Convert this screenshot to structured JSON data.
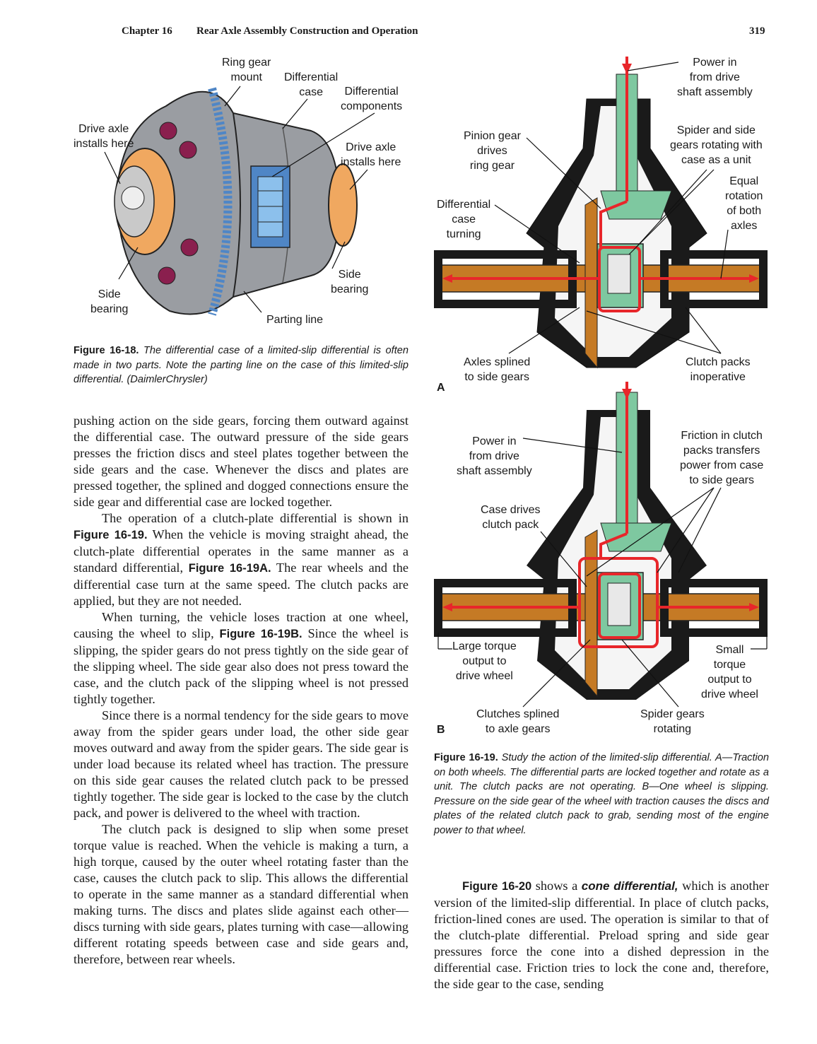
{
  "header": {
    "chapter": "Chapter 16",
    "title": "Rear Axle Assembly Construction and Operation",
    "page_number": "319"
  },
  "fig18": {
    "labels": {
      "ring_gear_mount": [
        "Ring gear",
        "mount"
      ],
      "differential_case": [
        "Differential",
        "case"
      ],
      "differential_components": [
        "Differential",
        "components"
      ],
      "drive_axle_left": [
        "Drive axle",
        "installs here"
      ],
      "drive_axle_right": [
        "Drive axle",
        "installs here"
      ],
      "side_bearing_right": [
        "Side",
        "bearing"
      ],
      "side_bearing_left": [
        "Side",
        "bearing"
      ],
      "parting_line": "Parting line"
    },
    "caption_label": "Figure 16-18.",
    "caption_text": "The differential case of a limited-slip differential is often made in two parts. Note the parting line on the case of this limited-slip differential. (DaimlerChrysler)"
  },
  "fig19": {
    "a": {
      "tag": "A",
      "labels": {
        "power_in": [
          "Power in",
          "from drive",
          "shaft assembly"
        ],
        "spider_side": [
          "Spider and side",
          "gears rotating with",
          "case as a unit"
        ],
        "equal_rotation": [
          "Equal",
          "rotation",
          "of both",
          "axles"
        ],
        "pinion_gear": [
          "Pinion gear",
          "drives",
          "ring gear"
        ],
        "diff_case_turning": [
          "Differential",
          "case",
          "turning"
        ],
        "axles_splined": [
          "Axles splined",
          "to side gears"
        ],
        "clutch_inoperative": [
          "Clutch packs",
          "inoperative"
        ]
      }
    },
    "b": {
      "tag": "B",
      "labels": {
        "power_in": [
          "Power in",
          "from drive",
          "shaft assembly"
        ],
        "friction": [
          "Friction in clutch",
          "packs transfers",
          "power from case",
          "to side gears"
        ],
        "case_drives": [
          "Case drives",
          "clutch pack"
        ],
        "large_torque": [
          "Large torque",
          "output to",
          "drive wheel"
        ],
        "small_torque": [
          "Small",
          "torque",
          "output to",
          "drive wheel"
        ],
        "clutches_splined": [
          "Clutches splined",
          "to axle gears"
        ],
        "spider_rotating": [
          "Spider gears",
          "rotating"
        ]
      }
    },
    "caption_label": "Figure 16-19.",
    "caption_text": "Study the action of the limited-slip differential. A—Traction on both wheels. The differential parts are locked together and rotate as a unit. The clutch packs are not operating. B—One wheel is slipping. Pressure on the side gear of the wheel with traction causes the discs and plates of the related clutch pack to grab, sending most of the engine power to that wheel."
  },
  "body_left": {
    "p1": "pushing action on the side gears, forcing them outward against the differential case. The outward pressure of the side gears presses the friction discs and steel plates together between the side gears and the case. Whenever the discs and plates are pressed together, the splined and dogged connections ensure the side gear and differential case are locked together.",
    "p2a": "The operation of a clutch-plate differential is shown in ",
    "p2ref1": "Figure 16-19.",
    "p2b": " When the vehicle is moving straight ahead, the clutch-plate differential operates in the same manner as a standard differential, ",
    "p2ref2": "Figure 16-19A.",
    "p2c": " The rear wheels and the differential case turn at the same speed. The clutch packs are applied, but they are not needed.",
    "p3a": "When turning, the vehicle loses traction at one wheel, causing the wheel to slip, ",
    "p3ref": "Figure 16-19B.",
    "p3b": " Since the wheel is slipping, the spider gears do not press tightly on the side gear of the slipping wheel. The side gear also does not press toward the case, and the clutch pack of the slipping wheel is not pressed tightly together.",
    "p4": "Since there is a normal tendency for the side gears to move away from the spider gears under load, the other side gear moves outward and away from the spider gears. The side gear is under load because its related wheel has traction. The pressure on this side gear causes the related clutch pack to be pressed tightly together. The side gear is locked to the case by the clutch pack, and power is delivered to the wheel with traction.",
    "p5": "The clutch pack is designed to slip when some preset torque value is reached. When the vehicle is making a turn, a high torque, caused by the outer wheel rotating faster than the case, causes the clutch pack to slip. This allows the differential to operate in the same manner as a standard differential when making turns. The discs and plates slide against each other—discs turning with side gears, plates turning with case—allowing different rotating speeds between case and side gears and, therefore, between rear wheels."
  },
  "body_right": {
    "ref": "Figure 16-20",
    "a": " shows a ",
    "term": "cone differential,",
    "b": " which is another version of the limited-slip differential. In place of clutch packs, friction-lined cones are used. The operation is similar to that of the clutch-plate differential. Preload spring and side gear pressures force the cone into a dished depression in the differential case. Friction tries to lock the cone and, therefore, the side gear to the case, sending"
  },
  "colors": {
    "case_gray": "#9a9da2",
    "ring_blue": "#4f86c6",
    "bearing_orange": "#f0a860",
    "bolt_maroon": "#8a1f4e",
    "shaft_green": "#7ec8a0",
    "axle_brown": "#c57a25",
    "flow_red": "#e8262a",
    "housing_black": "#1a1a1a"
  }
}
